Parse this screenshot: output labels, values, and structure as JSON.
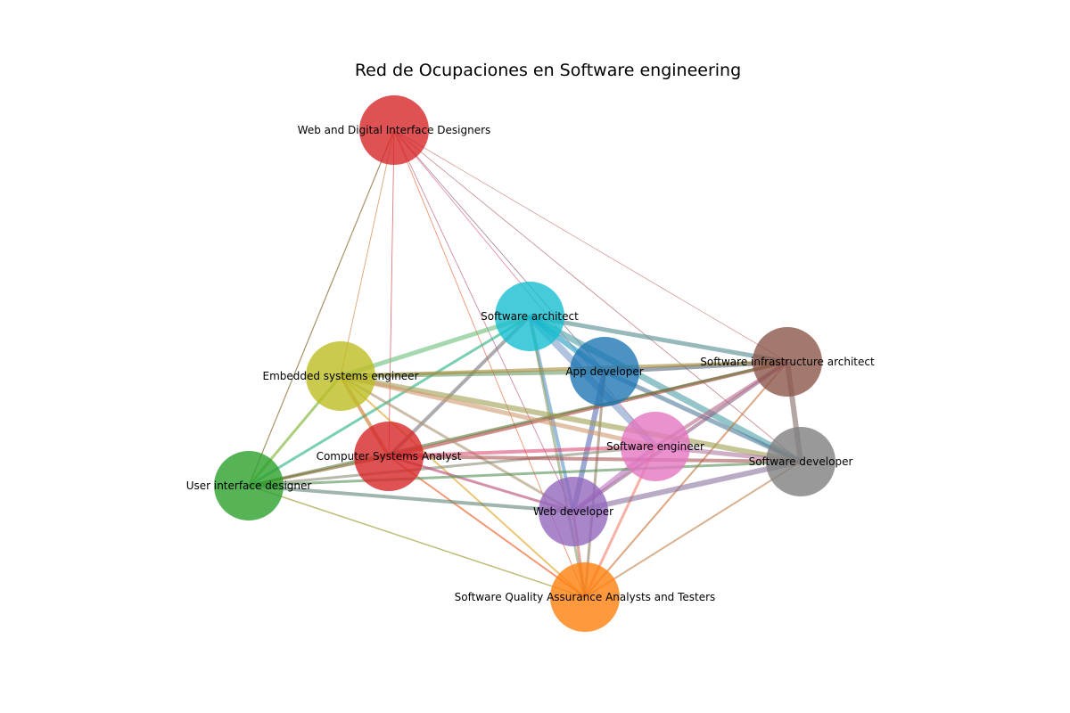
{
  "title": "Red de Ocupaciones en Software engineering",
  "nodes": [
    {
      "id": "web_digital",
      "label": "Web and Digital Interface Designers",
      "color": "#d62728"
    },
    {
      "id": "sw_architect",
      "label": "Software architect",
      "color": "#17becf"
    },
    {
      "id": "app_dev",
      "label": "App developer",
      "color": "#1f77b4"
    },
    {
      "id": "sw_infra",
      "label": "Software infrastructure architect",
      "color": "#8c564b"
    },
    {
      "id": "embedded",
      "label": "Embedded systems engineer",
      "color": "#bcbd22"
    },
    {
      "id": "sw_engineer",
      "label": "Software engineer",
      "color": "#e377c2"
    },
    {
      "id": "comp_sys",
      "label": "Computer Systems Analyst",
      "color": "#d62728"
    },
    {
      "id": "sw_dev",
      "label": "Software developer",
      "color": "#7f7f7f"
    },
    {
      "id": "ui_designer",
      "label": "User interface designer",
      "color": "#2ca02c"
    },
    {
      "id": "web_dev",
      "label": "Web developer",
      "color": "#9467bd"
    },
    {
      "id": "sqa",
      "label": "Software Quality Assurance Analysts and Testers",
      "color": "#ff7f0e"
    }
  ],
  "edges": [
    {
      "source": "web_digital",
      "target": "ui_designer",
      "weight": 1.2
    },
    {
      "source": "web_digital",
      "target": "embedded",
      "weight": 0.8
    },
    {
      "source": "web_digital",
      "target": "comp_sys",
      "weight": 0.8
    },
    {
      "source": "web_digital",
      "target": "sqa",
      "weight": 0.8
    },
    {
      "source": "web_digital",
      "target": "web_dev",
      "weight": 0.8
    },
    {
      "source": "web_digital",
      "target": "app_dev",
      "weight": 0.8
    },
    {
      "source": "web_digital",
      "target": "sw_engineer",
      "weight": 0.8
    },
    {
      "source": "web_digital",
      "target": "sw_dev",
      "weight": 0.8
    },
    {
      "source": "web_digital",
      "target": "sw_infra",
      "weight": 0.6
    },
    {
      "source": "sw_architect",
      "target": "embedded",
      "weight": 5
    },
    {
      "source": "sw_architect",
      "target": "ui_designer",
      "weight": 3
    },
    {
      "source": "sw_architect",
      "target": "comp_sys",
      "weight": 4
    },
    {
      "source": "sw_architect",
      "target": "web_dev",
      "weight": 4
    },
    {
      "source": "sw_architect",
      "target": "sqa",
      "weight": 3
    },
    {
      "source": "sw_architect",
      "target": "sw_infra",
      "weight": 5
    },
    {
      "source": "sw_architect",
      "target": "sw_dev",
      "weight": 7
    },
    {
      "source": "sw_architect",
      "target": "sw_engineer",
      "weight": 8
    },
    {
      "source": "sw_architect",
      "target": "app_dev",
      "weight": 6
    },
    {
      "source": "app_dev",
      "target": "sw_infra",
      "weight": 5
    },
    {
      "source": "app_dev",
      "target": "embedded",
      "weight": 5
    },
    {
      "source": "app_dev",
      "target": "web_dev",
      "weight": 6
    },
    {
      "source": "app_dev",
      "target": "sqa",
      "weight": 3
    },
    {
      "source": "app_dev",
      "target": "sw_dev",
      "weight": 5
    },
    {
      "source": "sw_infra",
      "target": "embedded",
      "weight": 4
    },
    {
      "source": "sw_infra",
      "target": "comp_sys",
      "weight": 4
    },
    {
      "source": "sw_infra",
      "target": "ui_designer",
      "weight": 3
    },
    {
      "source": "sw_infra",
      "target": "web_dev",
      "weight": 4
    },
    {
      "source": "sw_infra",
      "target": "sw_dev",
      "weight": 6
    },
    {
      "source": "sw_infra",
      "target": "sqa",
      "weight": 2
    },
    {
      "source": "sw_infra",
      "target": "sw_engineer",
      "weight": 4
    },
    {
      "source": "embedded",
      "target": "sw_dev",
      "weight": 6
    },
    {
      "source": "embedded",
      "target": "sw_engineer",
      "weight": 5
    },
    {
      "source": "embedded",
      "target": "comp_sys",
      "weight": 4
    },
    {
      "source": "embedded",
      "target": "ui_designer",
      "weight": 3
    },
    {
      "source": "embedded",
      "target": "web_dev",
      "weight": 3
    },
    {
      "source": "embedded",
      "target": "sqa",
      "weight": 2
    },
    {
      "source": "sw_engineer",
      "target": "comp_sys",
      "weight": 4
    },
    {
      "source": "sw_engineer",
      "target": "ui_designer",
      "weight": 3
    },
    {
      "source": "sw_engineer",
      "target": "web_dev",
      "weight": 5
    },
    {
      "source": "sw_engineer",
      "target": "sqa",
      "weight": 3
    },
    {
      "source": "sw_engineer",
      "target": "sw_dev",
      "weight": 5
    },
    {
      "source": "comp_sys",
      "target": "sw_dev",
      "weight": 4
    },
    {
      "source": "comp_sys",
      "target": "web_dev",
      "weight": 3
    },
    {
      "source": "comp_sys",
      "target": "sqa",
      "weight": 2
    },
    {
      "source": "comp_sys",
      "target": "ui_designer",
      "weight": 3
    },
    {
      "source": "sw_dev",
      "target": "web_dev",
      "weight": 6
    },
    {
      "source": "sw_dev",
      "target": "ui_designer",
      "weight": 3
    },
    {
      "source": "sw_dev",
      "target": "sqa",
      "weight": 2
    },
    {
      "source": "ui_designer",
      "target": "web_dev",
      "weight": 4
    },
    {
      "source": "ui_designer",
      "target": "sqa",
      "weight": 1.5
    },
    {
      "source": "web_dev",
      "target": "sqa",
      "weight": 3
    }
  ]
}
